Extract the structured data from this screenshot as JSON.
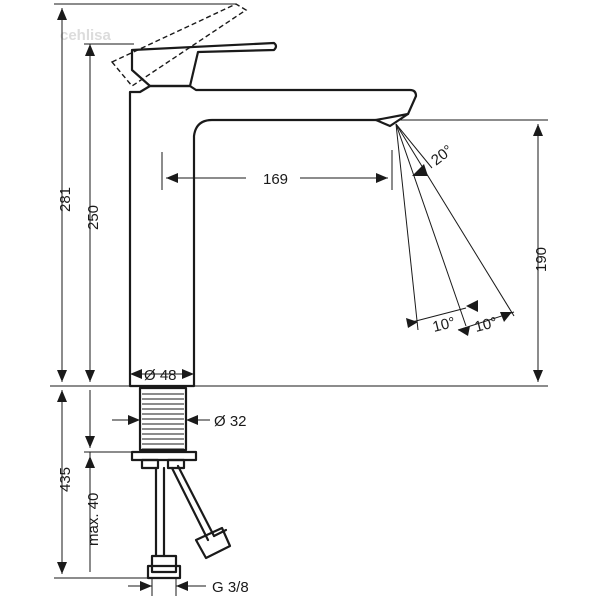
{
  "watermark": "cehlisa",
  "dimensions": {
    "height_total": "281",
    "height_body": "250",
    "spout_reach": "169",
    "spout_height": "190",
    "spray_angle": "20°",
    "angle_left": "10°",
    "angle_right": "10°",
    "body_diameter": "Ø 48",
    "shank_diameter": "Ø 32",
    "height_below": "435",
    "max_thickness": "max. 40",
    "connection": "G 3/8"
  }
}
